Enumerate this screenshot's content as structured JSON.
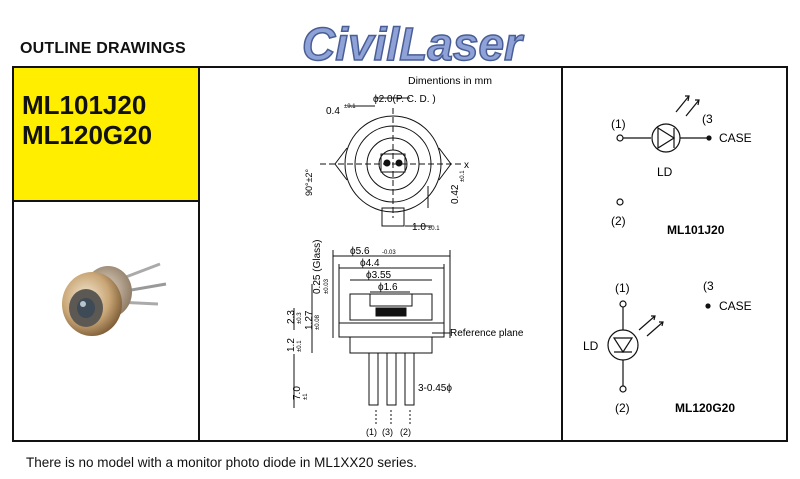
{
  "header": {
    "title": "OUTLINE DRAWINGS",
    "brand": "CivilLaser"
  },
  "models": [
    "ML101J20",
    "ML120G20"
  ],
  "drawing": {
    "units_note": "Dimentions in mm",
    "top_view": {
      "dim_04": "0.4",
      "dim_04_tol": "±0.1",
      "dim_pcd": "ϕ2.0(P. C. D. )",
      "dim_angle": "90°±2°",
      "axis_x": "x",
      "dim_042": "0.42",
      "dim_042_tol": "±0.1",
      "dim_10": "1.0",
      "dim_10_tol": "±0.1"
    },
    "side_view": {
      "dim_56": "ϕ5.6",
      "dim_56_tol": "-0.03",
      "dim_44": "ϕ4.4",
      "dim_355": "ϕ3.55",
      "dim_16": "ϕ1.6",
      "dim_025": "0.25 (Glass)",
      "dim_025_tol": "±0.03",
      "dim_23": "2.3",
      "dim_23_tol": "±0.3",
      "dim_127": "1.27",
      "dim_127_tol": "±0.08",
      "dim_12": "1.2",
      "dim_12_tol": "±0.1",
      "dim_70": "7.0",
      "dim_70_tol": "±1",
      "dim_pin": "3-0.45ϕ",
      "ref_plane": "Reference plane",
      "pins": [
        "(1)",
        "(3)",
        "(2)"
      ]
    }
  },
  "schematic_1": {
    "pin1": "(1)",
    "pin3": "(3",
    "case": "CASE",
    "ld": "LD",
    "pin2": "(2)",
    "model": "ML101J20"
  },
  "schematic_2": {
    "pin1": "(1)",
    "pin3": "(3",
    "case": "CASE",
    "ld": "LD",
    "pin2": "(2)",
    "model": "ML120G20"
  },
  "footer": {
    "note": "There is  no model with a monitor photo diode in ML1XX20 series."
  },
  "colors": {
    "highlight": "#ffee00",
    "brand_fill": "#8ea2d8",
    "brand_stroke": "#4a5e96",
    "line": "#111111"
  }
}
